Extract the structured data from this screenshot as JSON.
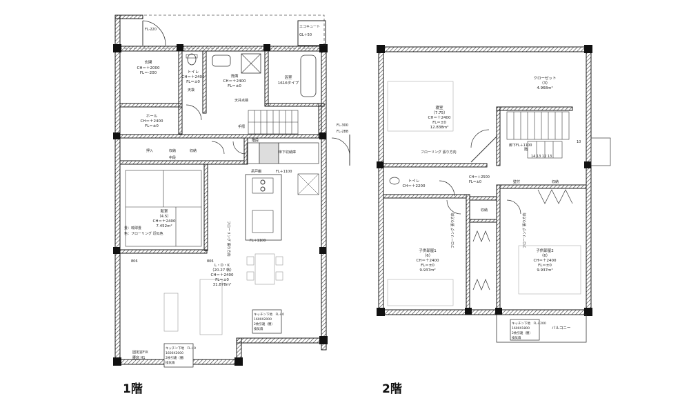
{
  "floors": [
    {
      "label": "1階",
      "rooms": {
        "genkan": {
          "name": "玄関",
          "lines": [
            "CH＝＋2000",
            "FL＝-200"
          ]
        },
        "toilet": {
          "name": "トイレ",
          "lines": [
            "CH＝＋2400",
            "FL＝±0"
          ]
        },
        "senmen": {
          "name": "洗面",
          "lines": [
            "CH＝＋2400",
            "FL＝±0"
          ]
        },
        "yokushitsu": {
          "name": "浴室",
          "lines": [
            "1616タイプ"
          ]
        },
        "hall": {
          "name": "ホール",
          "lines": [
            "CH＝＋2400",
            "FL＝±0"
          ]
        },
        "washitsu": {
          "name": "和室",
          "lines": [
            "（4.5）",
            "CH＝＋2400",
            "7.452m²"
          ]
        },
        "ldk": {
          "name": "L・D・K",
          "lines": [
            "（20.27 帖）",
            "CH＝＋2400",
            "FL＝±0",
            "31.878m²"
          ]
        }
      },
      "notes": {
        "fl_top": "FL-220",
        "ecocute": "エコキュート",
        "gl": "GL＋50",
        "tenbukuro": "天袋",
        "tenjo": "天井点検",
        "fl300": "FL-300",
        "fl288": "FL-288",
        "oshiire": "押入",
        "chudan": "中段",
        "shuno1": "収納",
        "shuno2": "収納",
        "kakusu": "床下収納庫",
        "tatami": "畳：琉球畳",
        "tatami_color": "色：フローリング 近似色",
        "flooring": "フローリング 張り方向",
        "sink": "吊戸棚",
        "wall_fl": "FL＋1100",
        "kitchen_fl": "FL＋1100",
        "num806": "806",
        "num806b": "806",
        "kitchen_box_title": "キッチン下地　FL＋0",
        "kitchen_box_l1": "1600X2000",
        "kitchen_box_l2": "2枚引違（腰）",
        "kitchen_box_l3": "換気扇",
        "bottom_box_title": "キッチン下地　FL＋0",
        "bottom_box_l1": "1600X2000",
        "bottom_box_l2": "2枚引違（腰）",
        "bottom_box_l3": "換気扇",
        "fixed_win": "固定窓FIX",
        "fixed_win2": "腰窓 H1",
        "kaidan": "階段",
        "tesuri": "手摺"
      }
    },
    {
      "label": "2階",
      "rooms": {
        "shinshitsu": {
          "name": "寝室",
          "lines": [
            "（7.75）",
            "CH＝＋2400",
            "FL＝±0",
            "12.838m²"
          ]
        },
        "closet": {
          "name": "クローゼット",
          "lines": [
            "（3）",
            "4.968m²"
          ]
        },
        "toilet2": {
          "name": "トイレ",
          "lines": [
            "CH＝＋2200"
          ]
        },
        "kodomo1": {
          "name": "子供部屋1",
          "lines": [
            "（6）",
            "CH＝＋2400",
            "FL＝±0",
            "9.937m²"
          ]
        },
        "kodomo2": {
          "name": "子供部屋2",
          "lines": [
            "（6）",
            "CH＝＋2400",
            "FL＝±0",
            "9.937m²"
          ]
        }
      },
      "notes": {
        "flooring": "フローリング 張り方向",
        "flooring2": "フローリング 張り方向",
        "flooring3": "フローリング 張り方向",
        "rouka_fl": "廊下FL＋1100",
        "hall_ch": "CH＝＋2500",
        "hall_fl": "FL＝±0",
        "shuno_a": "収納",
        "shuno_b": "収納",
        "kabetsuke": "壁付",
        "kaidan_nums": "14 13 12 13",
        "balcony": "バルコニー",
        "box_title": "キッチン下地　FL＋200",
        "box_l1": "1600X1800",
        "box_l2": "2枚引違（腰）",
        "box_l3": "換気扇",
        "num10": "10",
        "stair_label": "階"
      }
    }
  ],
  "colors": {
    "wall": "#1a1a1a",
    "hatch": "#444444",
    "line": "#333333",
    "light": "#888888"
  }
}
